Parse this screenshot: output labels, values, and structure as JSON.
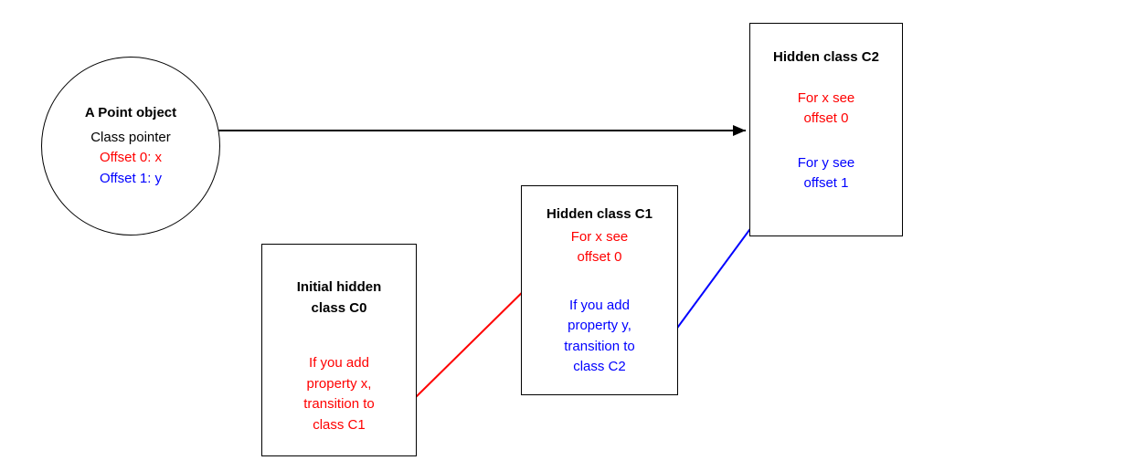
{
  "colors": {
    "red": "#ff0000",
    "blue": "#0000ff",
    "black": "#000000",
    "border": "#000000",
    "background": "#ffffff"
  },
  "point_object": {
    "title": "A Point object",
    "class_pointer": "Class pointer",
    "offset0": "Offset 0: x",
    "offset1": "Offset 1: y"
  },
  "class_c0": {
    "title": "Initial hidden\nclass C0",
    "transition": "If you add\nproperty x,\ntransition to\nclass C1"
  },
  "class_c1": {
    "title": "Hidden class C1",
    "x_rule": "For x see\noffset 0",
    "transition": "If you add\nproperty y,\ntransition to\nclass C2"
  },
  "class_c2": {
    "title": "Hidden class C2",
    "x_rule": "For x see\noffset 0",
    "y_rule": "For y see\noffset 1"
  }
}
